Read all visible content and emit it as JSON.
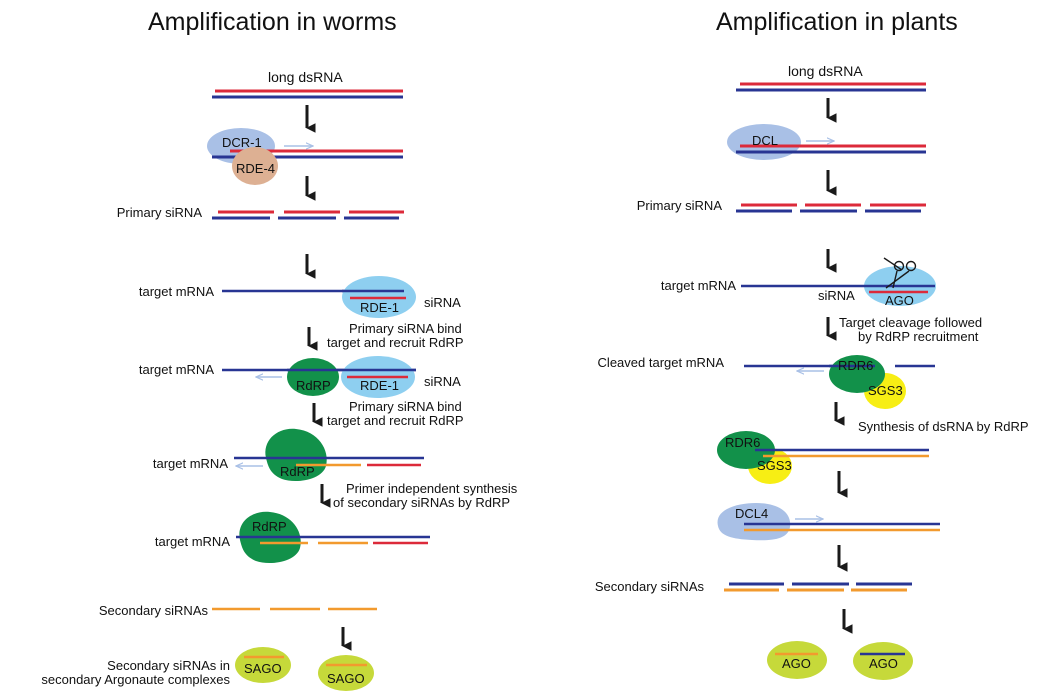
{
  "colors": {
    "sense_strand": "#dc2a3a",
    "antisense_strand": "#283593",
    "secondary_strand": "#f29a2e",
    "dicer": "#a9c0e6",
    "rde4": "#ddb093",
    "rde1": "#8ecff0",
    "rdrp": "#12914a",
    "sgs3": "#f7ee14",
    "argonaute": "#c6d93a",
    "arrow": "#1a1a1a",
    "direction_arrow": "#a9c0e6"
  },
  "worms": {
    "title": "Amplification in worms",
    "long_dsrna": "long dsRNA",
    "dcr1": "DCR-1",
    "rde4": "RDE-4",
    "primary_sirna": "Primary siRNA",
    "target_mrna_1": "target mRNA",
    "rde1_a": "RDE-1",
    "sirna_a": "siRNA",
    "note_1a": "Primary siRNA bind",
    "note_1b": "target and recruit RdRP",
    "target_mrna_2": "target mRNA",
    "rdrp_a": "RdRP",
    "rde1_b": "RDE-1",
    "sirna_b": "siRNA",
    "note_2a": "Primary siRNA bind",
    "note_2b": "target and recruit RdRP",
    "target_mrna_3": "target mRNA",
    "rdrp_b": "RdRP",
    "note_3a": "Primer independent synthesis",
    "note_3b": "of secondary siRNAs by RdRP",
    "target_mrna_4": "target mRNA",
    "rdrp_c": "RdRP",
    "secondary_sirnas": "Secondary siRNAs",
    "complexes_a": "Secondary siRNAs in",
    "complexes_b": "secondary Argonaute complexes",
    "sago_1": "SAGO",
    "sago_2": "SAGO"
  },
  "plants": {
    "title": "Amplification in plants",
    "long_dsrna": "long dsRNA",
    "dcl": "DCL",
    "primary_sirna": "Primary siRNA",
    "target_mrna": "target mRNA",
    "sirna": "siRNA",
    "ago_1": "AGO",
    "note_1a": "Target cleavage followed",
    "note_1b": "by RdRP recruitment",
    "cleaved_target": "Cleaved target mRNA",
    "rdr6_a": "RDR6",
    "sgs3_a": "SGS3",
    "note_2": "Synthesis of dsRNA by RdRP",
    "rdr6_b": "RDR6",
    "sgs3_b": "SGS3",
    "dcl4": "DCL4",
    "secondary_sirnas": "Secondary siRNAs",
    "ago_2": "AGO",
    "ago_3": "AGO"
  }
}
